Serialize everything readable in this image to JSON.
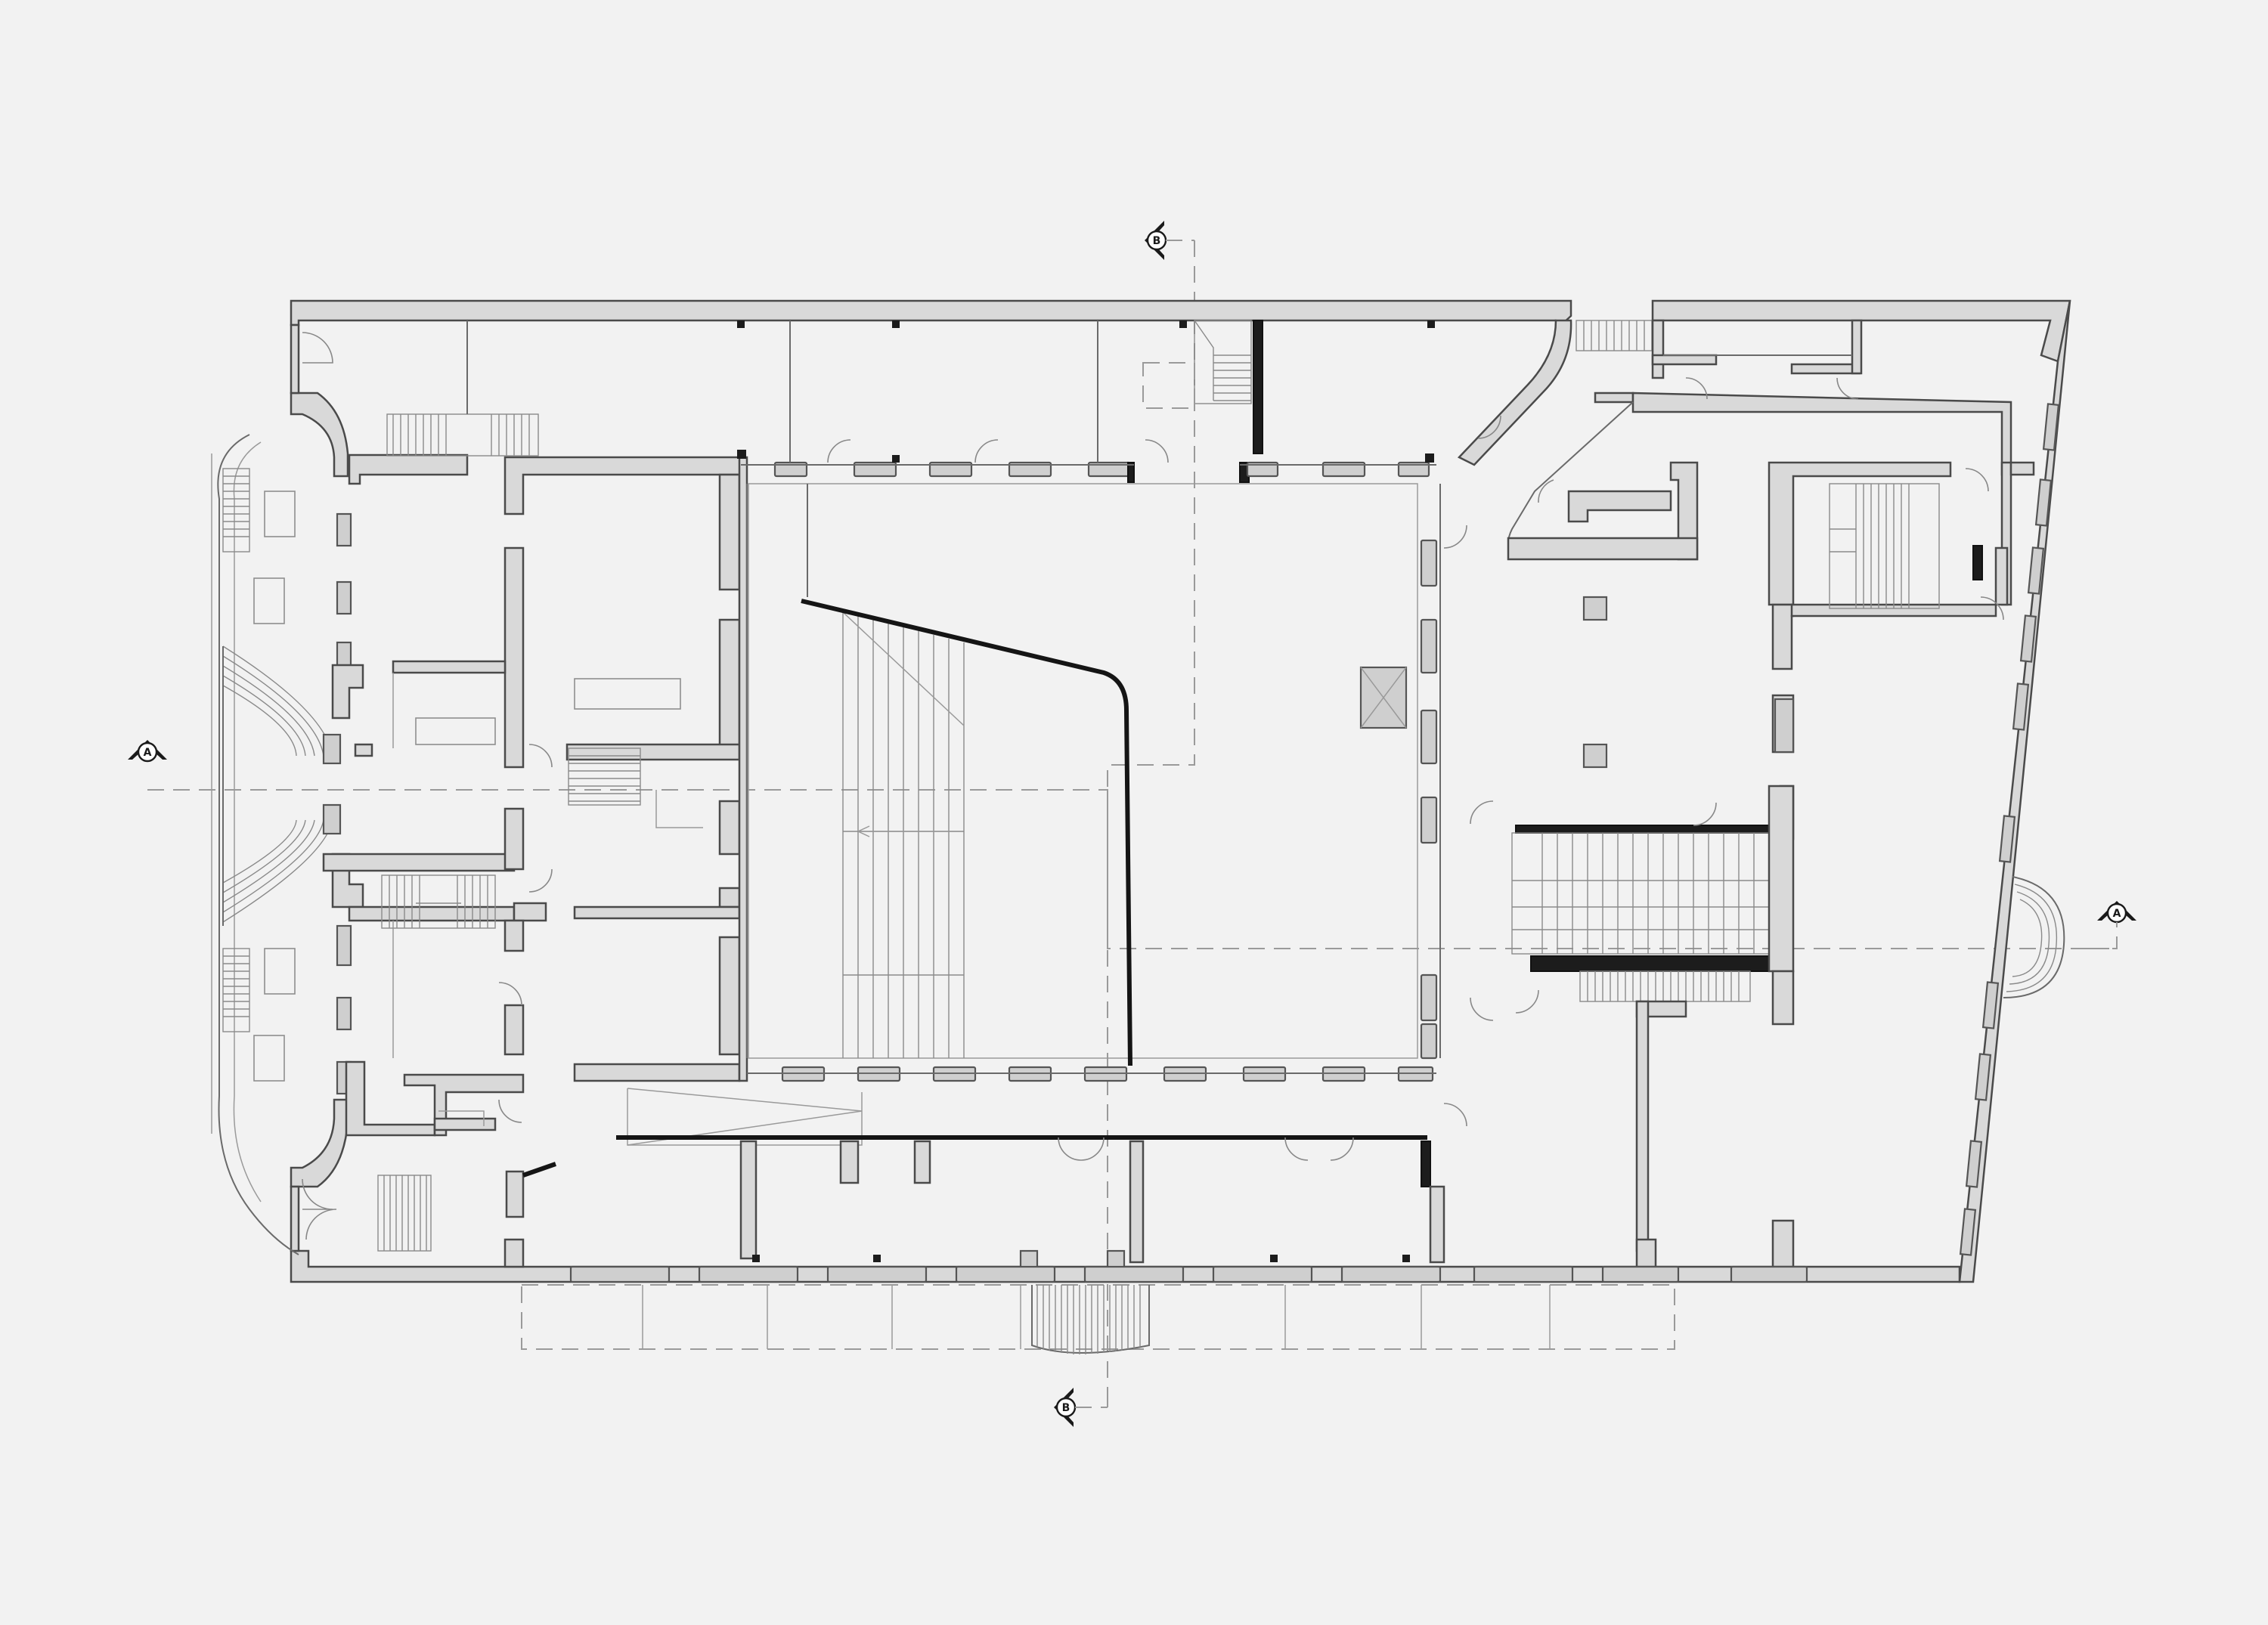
{
  "section_markers": {
    "a_west": "A",
    "a_east": "A",
    "b_north": "B",
    "b_south": "B"
  },
  "colors": {
    "background": "#f2f2f2",
    "wall_fill": "#d9d9d9",
    "wall_stroke": "#4a4a4a",
    "highlight_wall": "#1c1c1c",
    "section_line": "#9a9a9a"
  }
}
